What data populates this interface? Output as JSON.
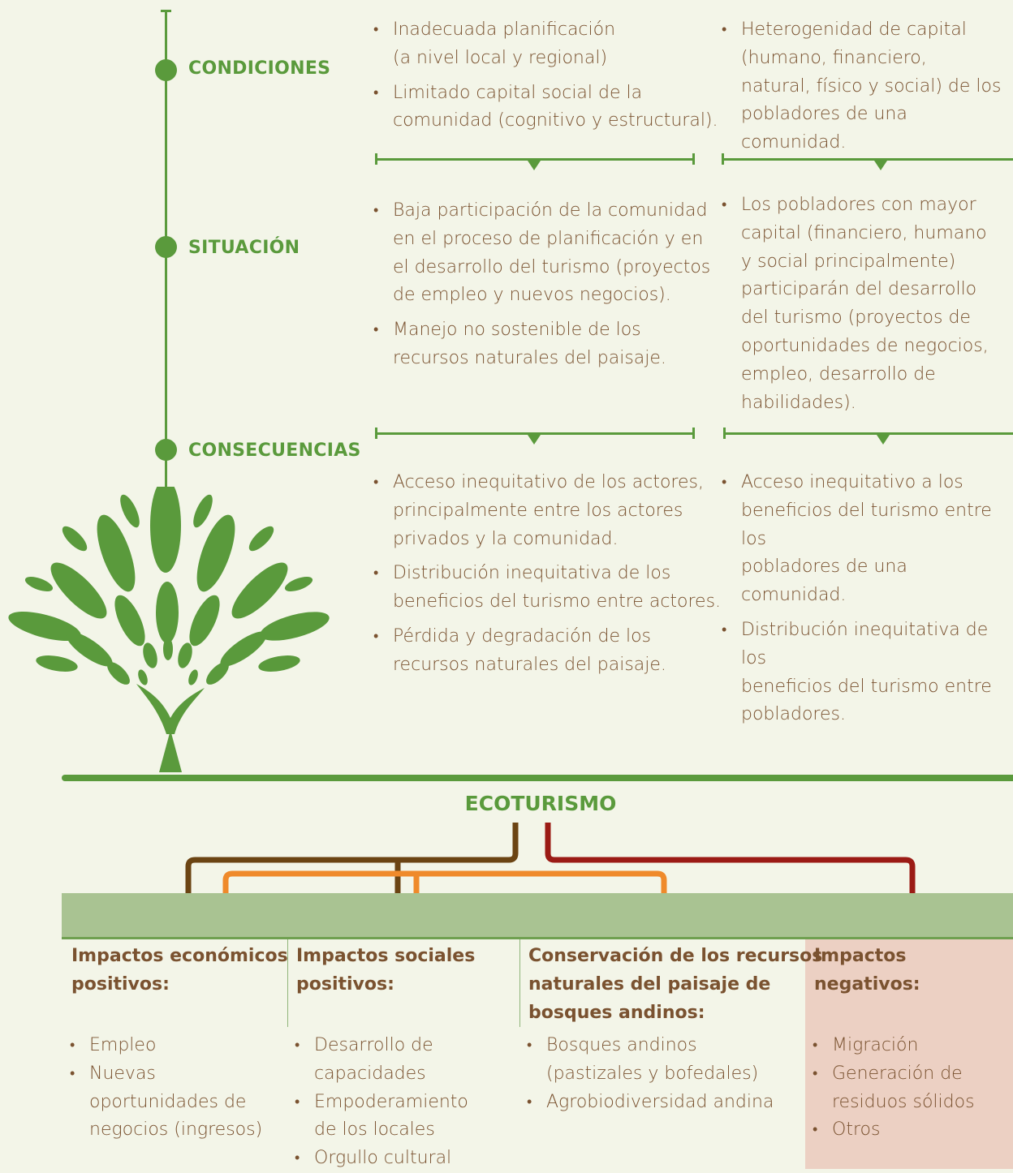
{
  "stages": {
    "conditions": "CONDICIONES",
    "situation": "SITUACIÓN",
    "consequences": "CONSECUENCIAS"
  },
  "conditions": {
    "left": [
      "Inadecuada planificación\n(a nivel local y regional)",
      "Limitado capital social de la\ncomunidad (cognitivo y estructural)."
    ],
    "right": [
      "Heterogenidad de capital\n(humano, financiero,\nnatural, físico y social) de los\npobladores de una comunidad."
    ]
  },
  "situation": {
    "left": [
      "Baja participación de la comunidad\nen el proceso de planificación y en\nel desarrollo del turismo (proyectos\nde empleo y nuevos negocios).",
      "Manejo no sostenible de los\nrecursos naturales del paisaje."
    ],
    "right": [
      "Los pobladores con mayor\ncapital (financiero, humano\ny social principalmente)\nparticiparán del desarrollo\ndel turismo (proyectos de\noportunidades de negocios,\nempleo, desarrollo de\nhabilidades)."
    ]
  },
  "consequences": {
    "left": [
      "Acceso inequitativo de los actores,\nprincipalmente entre los actores\nprivados y la comunidad.",
      "Distribución inequitativa de los\nbeneficios del turismo entre actores.",
      "Pérdida y degradación de los\nrecursos naturales del paisaje."
    ],
    "right": [
      "Acceso inequitativo a los\nbeneficios del turismo entre los\npobladores de una comunidad.",
      "Distribución inequitativa de los\nbeneficios del turismo entre\npobladores."
    ]
  },
  "ecotourism": "ECOTURISMO",
  "impacts": [
    {
      "title": "Impactos económicos\npositivos:",
      "items": [
        "Empleo",
        "Nuevas\noportunidades de\nnegocios (ingresos)"
      ]
    },
    {
      "title": "Impactos sociales\npositivos:",
      "items": [
        "Desarrollo de\ncapacidades",
        "Empoderamiento\nde los locales",
        "Orgullo cultural"
      ]
    },
    {
      "title": "Conservación de los recursos\nnaturales del paisaje de\nbosques andinos:",
      "items": [
        "Bosques andinos\n(pastizales y bofedales)",
        "Agrobiodiversidad andina"
      ]
    },
    {
      "title": "Impactos\nnegativos:",
      "items": [
        "Migración",
        "Generación de\nresiduos sólidos",
        "Otros"
      ]
    }
  ],
  "colors": {
    "green": "#5a9a3c",
    "brown": "#6b4413",
    "orange": "#ef8a2b",
    "red": "#9b1b15",
    "band": "#a9c392",
    "negative_bg": "#ecd0c3"
  },
  "icons": {
    "tree": "tree-icon"
  }
}
